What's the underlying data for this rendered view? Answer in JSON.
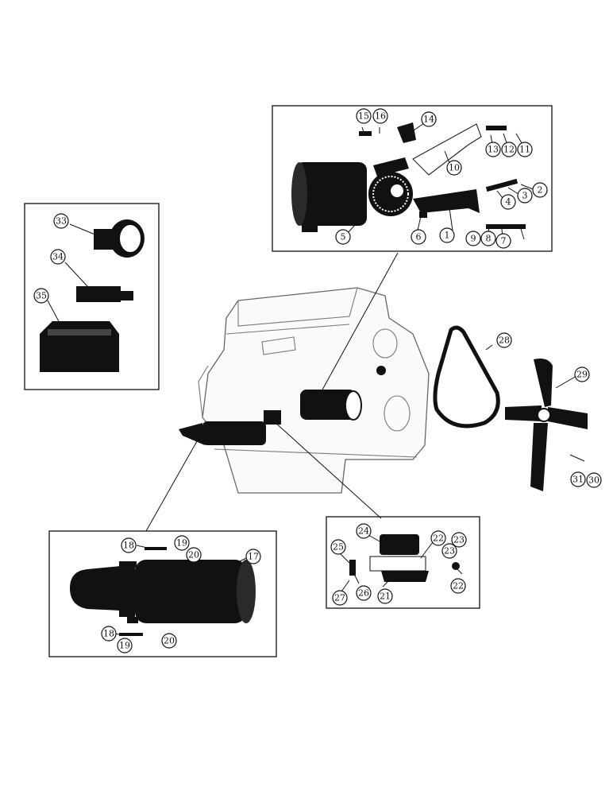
{
  "title": "",
  "callouts": {
    "generator_group": [
      "1",
      "2",
      "3",
      "4",
      "5",
      "6",
      "7",
      "8",
      "9",
      "10",
      "11",
      "12",
      "13",
      "14",
      "15",
      "16"
    ],
    "starter_group": [
      "17",
      "18",
      "19",
      "20",
      "18",
      "19",
      "20"
    ],
    "solenoid_group": [
      "21",
      "22",
      "22",
      "23",
      "23",
      "24",
      "25",
      "26",
      "27"
    ],
    "belt_fan_group": [
      "28",
      "29",
      "30",
      "31"
    ],
    "gauge_group": [
      "33",
      "34",
      "35"
    ]
  }
}
